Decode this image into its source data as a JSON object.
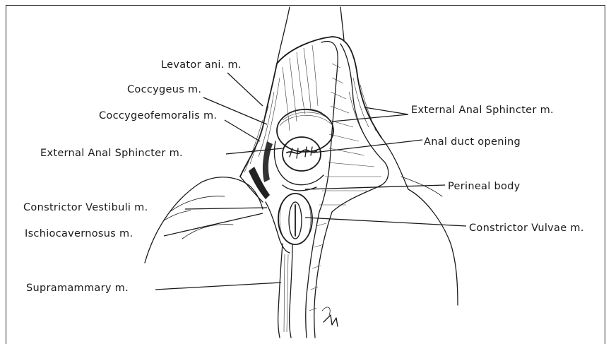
{
  "labels": {
    "levator_ani": "Levator ani. m.",
    "coccygeus": "Coccygeus m.",
    "coccygeofemoralis": "Coccygeofemoralis m.",
    "external_anal_sphincter_left": "External Anal Sphincter m.",
    "constrictor_vestibuli": "Constrictor Vestibuli m.",
    "ischiocavernosus": "Ischiocavernosus m.",
    "supramammary": "Supramammary m.",
    "external_anal_sphincter_right": "External Anal Sphincter m.",
    "anal_duct_opening": "Anal duct opening",
    "perineal_body": "Perineal body",
    "constrictor_vulvae": "Constrictor Vulvae m."
  }
}
